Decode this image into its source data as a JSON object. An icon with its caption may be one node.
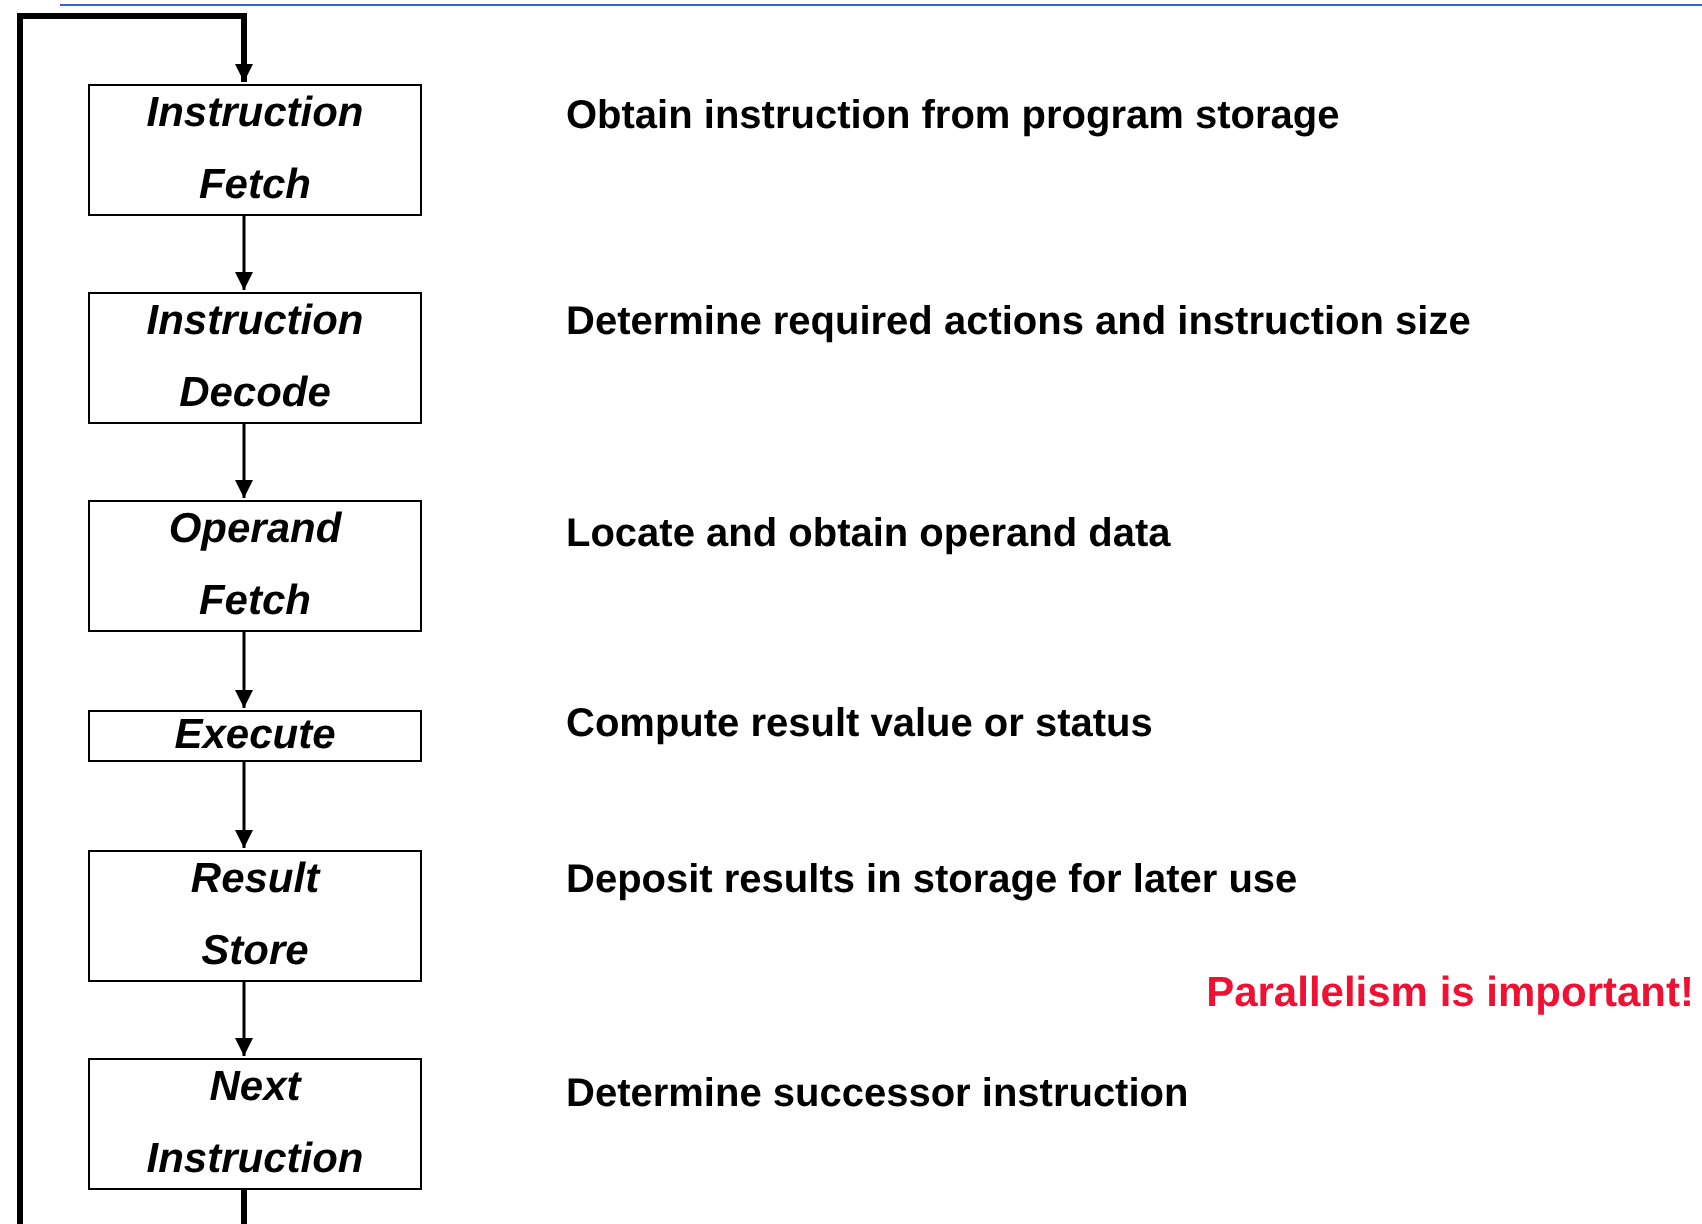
{
  "diagram": {
    "nodes": [
      {
        "text": [
          "Instruction Fetch"
        ],
        "beside": [
          "Obtain instruction from program storage"
        ]
      },
      {
        "text": [
          "Instruction Decode"
        ],
        "beside": [
          "Determine required actions and instruction size"
        ]
      },
      {
        "text": [
          "Operand Fetch"
        ],
        "beside": [
          "Locate and obtain operand data"
        ]
      },
      {
        "text": [
          "Execute"
        ],
        "beside": [
          "Compute result value or status"
        ]
      },
      {
        "text": [
          "Result Store"
        ],
        "beside": [
          "Deposit results in storage for later use"
        ]
      },
      {
        "text": [
          "Next Instruction"
        ],
        "beside": [
          "Determine successor instruction"
        ]
      }
    ],
    "edges": [
      {
        "from": 0,
        "to": 1,
        "arrow": "to"
      },
      {
        "from": 1,
        "to": 2,
        "arrow": "to"
      },
      {
        "from": 2,
        "to": 3,
        "arrow": "to"
      },
      {
        "from": 3,
        "to": 4,
        "arrow": "to"
      },
      {
        "from": 4,
        "to": 5,
        "arrow": "to"
      },
      {
        "from": 5,
        "to": 0,
        "arrow": "to",
        "style": "thick"
      }
    ],
    "labels": [
      "Parallelism is important!"
    ]
  }
}
